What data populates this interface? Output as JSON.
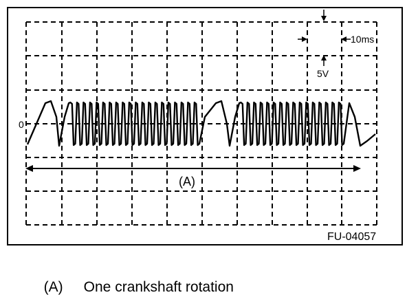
{
  "scope": {
    "zero_label": "0",
    "time_scale_label": "10ms",
    "voltage_scale_label": "5V",
    "span_label": "(A)",
    "figure_id": "FU-04057"
  },
  "waveform": {
    "description_colors": {
      "trace": "#000000",
      "grid": "#000000",
      "background": "#ffffff"
    }
  },
  "caption": {
    "marker": "(A)",
    "text": "One crankshaft rotation"
  }
}
